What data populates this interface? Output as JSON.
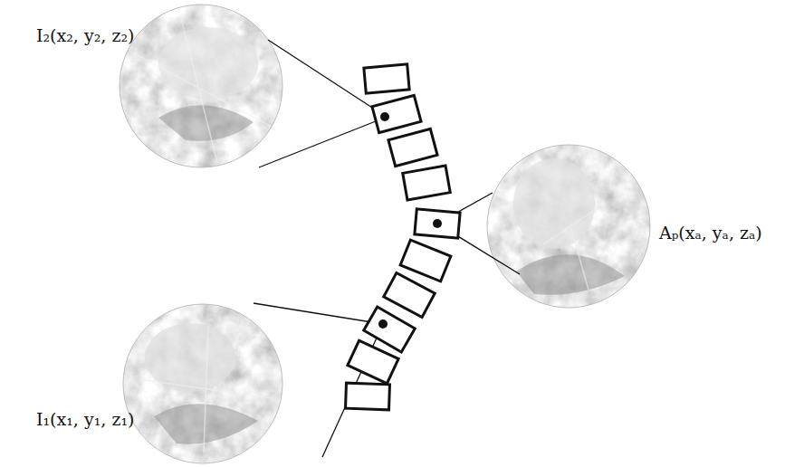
{
  "diagram": {
    "labels": [
      "I₂(x₂, y₂, z₂)",
      "Aₚ(xₐ, yₐ, zₐ)",
      "I₁(x₁, y₁, z₁)"
    ]
  }
}
